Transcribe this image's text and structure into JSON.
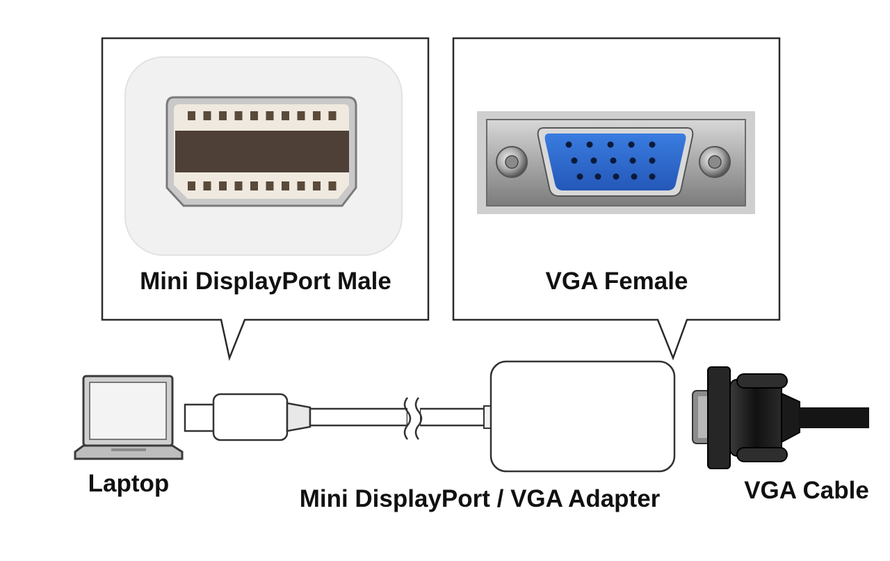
{
  "callouts": {
    "mini_displayport_male": "Mini DisplayPort Male",
    "vga_female": "VGA Female"
  },
  "components": {
    "laptop": "Laptop",
    "adapter": "Mini DisplayPort / VGA Adapter",
    "vga_cable": "VGA Cable"
  },
  "colors": {
    "outline": "#2a2a2a",
    "vga_port_blue": "#2f6fd0",
    "connector_white": "#ffffff",
    "metal_plate": "#9a9a9a",
    "mdp_pins": "#5a4a3a",
    "vga_cable_body": "#1c1c1c"
  }
}
